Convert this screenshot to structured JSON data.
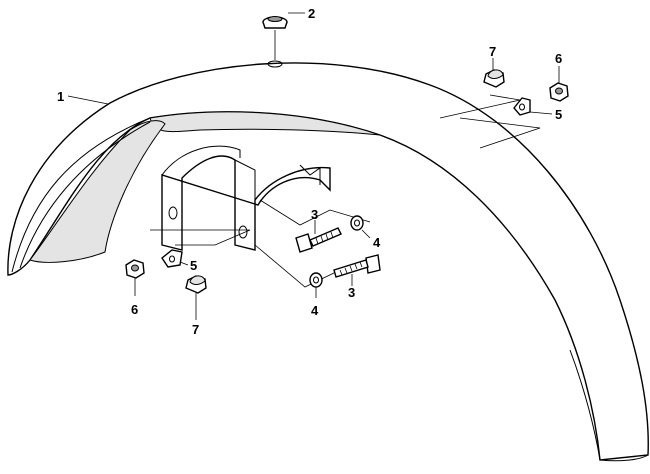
{
  "callouts": {
    "fender": "1",
    "grommet": "2",
    "bolt_front": "3",
    "bolt_rear": "3",
    "washer_front": "4",
    "washer_rear": "4",
    "spacer_left": "5",
    "spacer_right": "5",
    "nut_left": "6",
    "nut_right": "6",
    "cap_nut_left": "7",
    "cap_nut_right": "7"
  }
}
